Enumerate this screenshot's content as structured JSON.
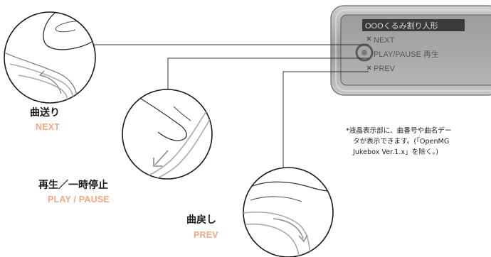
{
  "lcd": {
    "header": "OOOくるみ割り人形",
    "rows": [
      "NEXT",
      "PLAY/PAUSE 再生",
      "PREV"
    ]
  },
  "labels": {
    "next": {
      "jp": "曲送り",
      "en": "NEXT"
    },
    "play": {
      "jp": "再生／一時停止",
      "en": "PLAY / PAUSE"
    },
    "prev": {
      "jp": "曲戻し",
      "en": "PREV"
    }
  },
  "note": {
    "line1": "*液晶表示部に、曲番号や曲名デー",
    "line2": "タが表示できます。(「OpenMG",
    "line3": "Jukebox Ver.1.x」を除く。)"
  },
  "colors": {
    "accent": "#f0a882",
    "line": "#333333"
  }
}
